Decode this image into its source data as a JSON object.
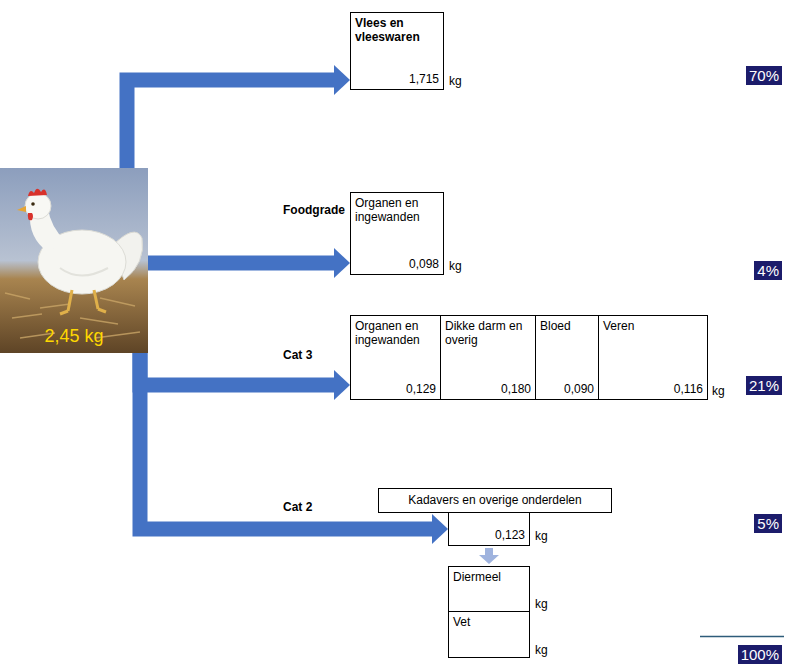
{
  "diagram": {
    "nodes": [
      {
        "text": [
          "2,45 kg"
        ]
      },
      {
        "text": [
          "Vlees en vleeswaren",
          "1,715"
        ]
      },
      {
        "text": [
          "Organen en ingewanden",
          "0,098"
        ]
      },
      {
        "text": [
          "Organen en ingewanden",
          "0,129"
        ]
      },
      {
        "text": [
          "Dikke darm en overig",
          "0,180"
        ]
      },
      {
        "text": [
          "Bloed",
          "0,090"
        ]
      },
      {
        "text": [
          "Veren",
          "0,116"
        ]
      },
      {
        "text": [
          "Kadavers en overige onderdelen"
        ]
      },
      {
        "text": [
          "0,123"
        ]
      },
      {
        "text": [
          "Diermeel"
        ]
      },
      {
        "text": [
          "Vet"
        ]
      }
    ],
    "edges": [
      {
        "from": 0,
        "to": 1,
        "arrow": "to"
      },
      {
        "from": 0,
        "to": 2,
        "arrow": "to"
      },
      {
        "from": 0,
        "to": 3,
        "arrow": "to"
      },
      {
        "from": 0,
        "to": 8,
        "arrow": "to"
      },
      {
        "from": 8,
        "to": 9,
        "arrow": "to"
      }
    ],
    "labels": [
      "kg",
      "70%",
      "Foodgrade",
      "kg",
      "4%",
      "Cat 3",
      "kg",
      "21%",
      "Cat 2",
      "kg",
      "5%",
      "kg",
      "kg",
      "100%"
    ]
  }
}
